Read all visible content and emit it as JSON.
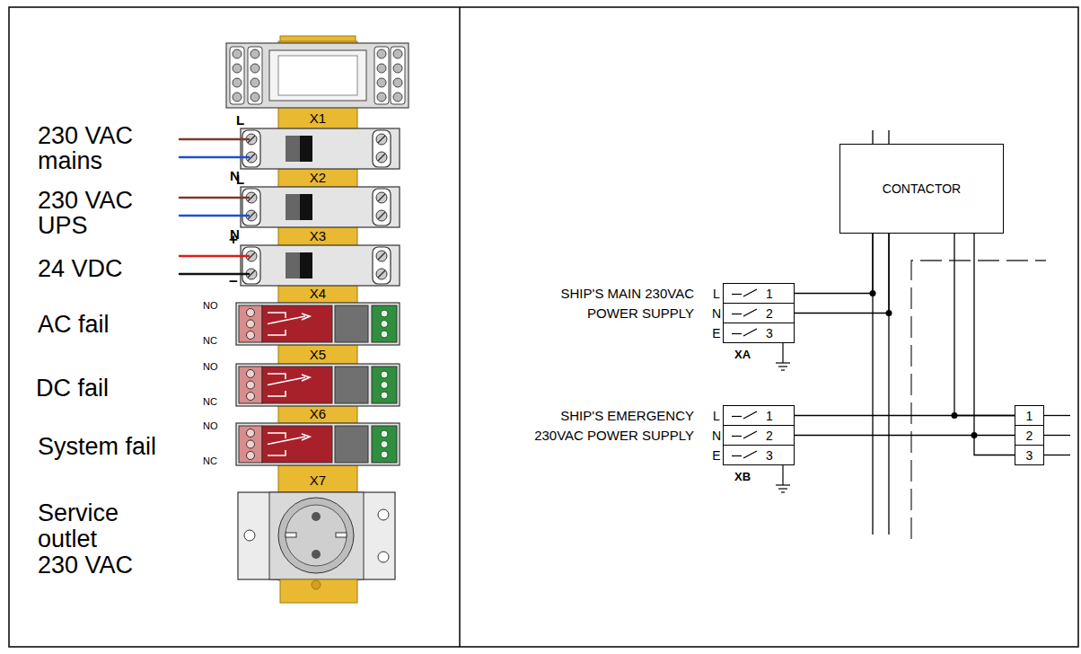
{
  "diagram": {
    "nodes": [
      {
        "text": [
          "CONTACTOR"
        ]
      },
      {
        "text": [
          "1"
        ]
      },
      {
        "text": [
          "2"
        ]
      },
      {
        "text": [
          "3"
        ]
      },
      {
        "text": [
          "1"
        ]
      },
      {
        "text": [
          "2"
        ]
      },
      {
        "text": [
          "3"
        ]
      },
      {
        "text": [
          "1"
        ]
      },
      {
        "text": [
          "2"
        ]
      },
      {
        "text": [
          "3"
        ]
      }
    ],
    "edges": [
      {
        "from": 1,
        "to": 0,
        "arrow": "none"
      },
      {
        "from": 2,
        "to": 0,
        "arrow": "none"
      },
      {
        "from": 4,
        "to": 7,
        "arrow": "none"
      },
      {
        "from": 5,
        "to": 8,
        "arrow": "none"
      },
      {
        "from": 0,
        "to": 7,
        "arrow": "none"
      },
      {
        "from": 0,
        "to": 9,
        "arrow": "none"
      }
    ],
    "labels": [
      "X1",
      "230 VAC mains",
      "L",
      "N",
      "X2",
      "230 VAC UPS",
      "L",
      "N",
      "X3",
      "+",
      "24 VDC",
      "−",
      "X4",
      "NO",
      "AC fail",
      "NC",
      "X5",
      "NO",
      "DC fail",
      "NC",
      "X6",
      "NO",
      "System fail",
      "NC",
      "X7",
      "Service outlet 230 VAC",
      "SHIP'S MAIN 230VAC POWER SUPPLY",
      "L",
      "N",
      "E",
      "XA",
      "SHIP'S EMERGENCY 230VAC POWER SUPPLY",
      "L",
      "N",
      "E",
      "XB"
    ]
  }
}
